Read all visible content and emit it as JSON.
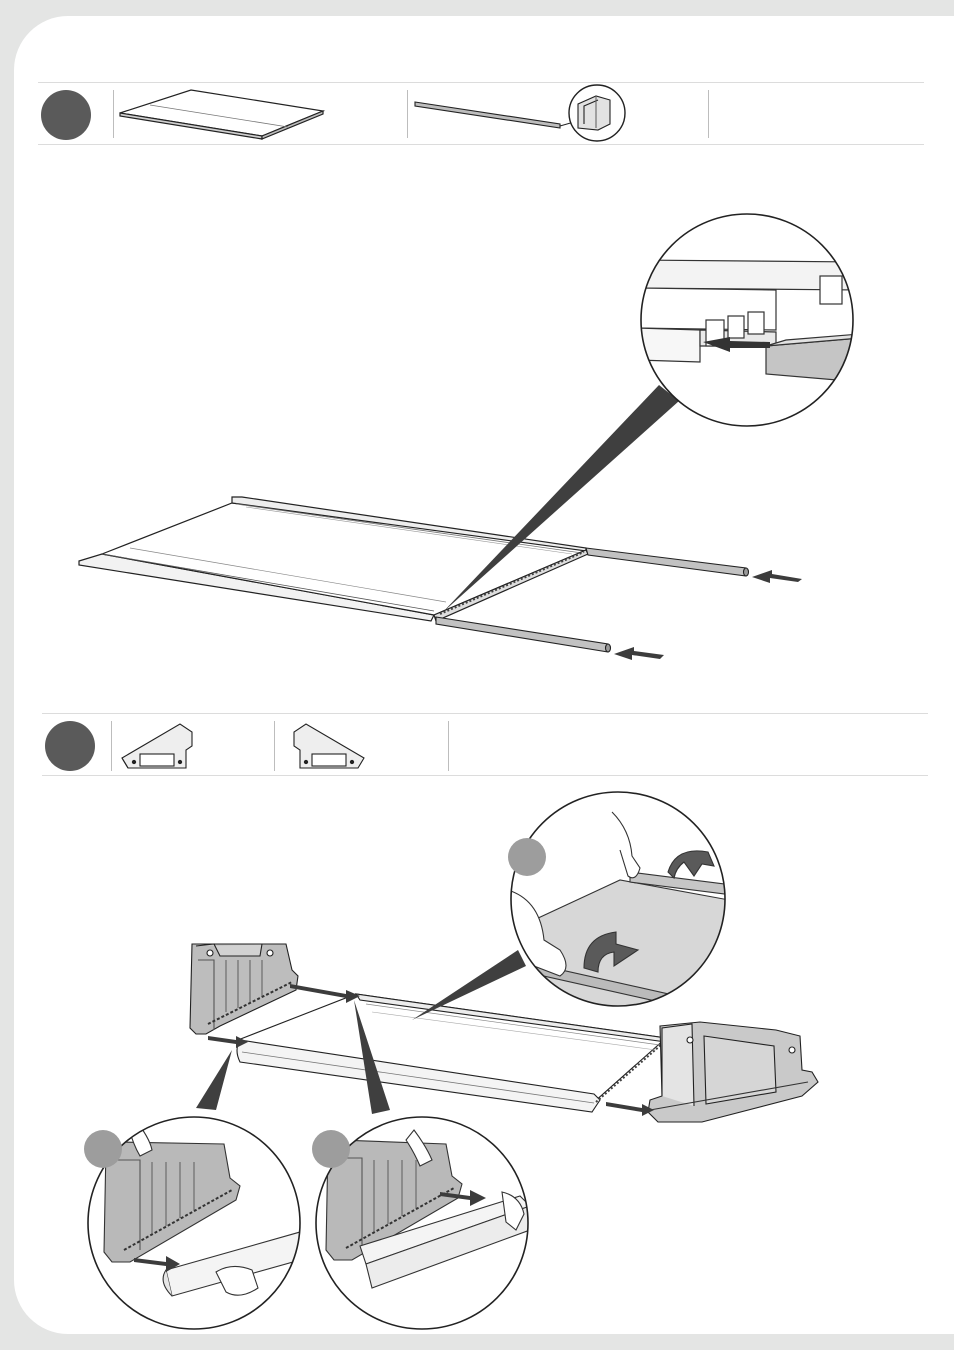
{
  "step_one": {
    "number": "",
    "parts": [
      "panel-part-icon",
      "edge-rail-part-icon",
      "empty-slot"
    ],
    "callout": "rail-into-panel-channel"
  },
  "step_two": {
    "number": "",
    "parts": [
      "left-leg-bracket-icon",
      "right-leg-bracket-icon",
      "empty-slot"
    ],
    "sub_steps": [
      {
        "marker": "",
        "action": "clip-panel-edges"
      },
      {
        "marker": "",
        "action": "attach-left-bracket"
      },
      {
        "marker": "",
        "action": "attach-right-bracket"
      }
    ]
  },
  "colors": {
    "step_badge": "#5a5a5a",
    "sub_badge": "#9d9d9d",
    "part_gray": "#b9b9b9",
    "arrow": "#3c3c3c",
    "callout_wedge": "#3f3f3f"
  }
}
